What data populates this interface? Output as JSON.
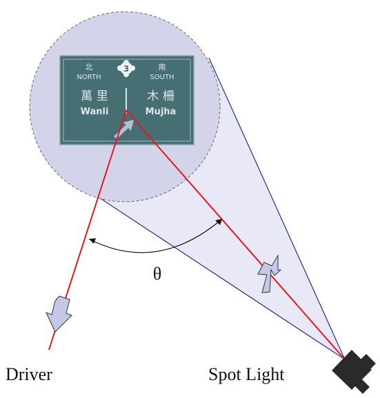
{
  "sign": {
    "north_cjk": "北",
    "north_en": "NORTH",
    "route_number": "3",
    "south_cjk": "南",
    "south_en": "SOUTH",
    "left_place_cjk": "萬 里",
    "right_place_cjk": "木 柵",
    "left_place_en": "Wanli",
    "right_place_en": "Mujha"
  },
  "labels": {
    "angle": "θ",
    "driver": "Driver",
    "light_source": "Spot Light"
  },
  "colors": {
    "ray": "#e8141c",
    "beam_edge": "#2a2a8c",
    "beam_fill": "#e6e6f6",
    "spot_circle": "#cfd0e8",
    "sign_panel": "#3f6f72",
    "arrow_fill": "#c8cbe8",
    "light_body": "#2b2b2b"
  }
}
